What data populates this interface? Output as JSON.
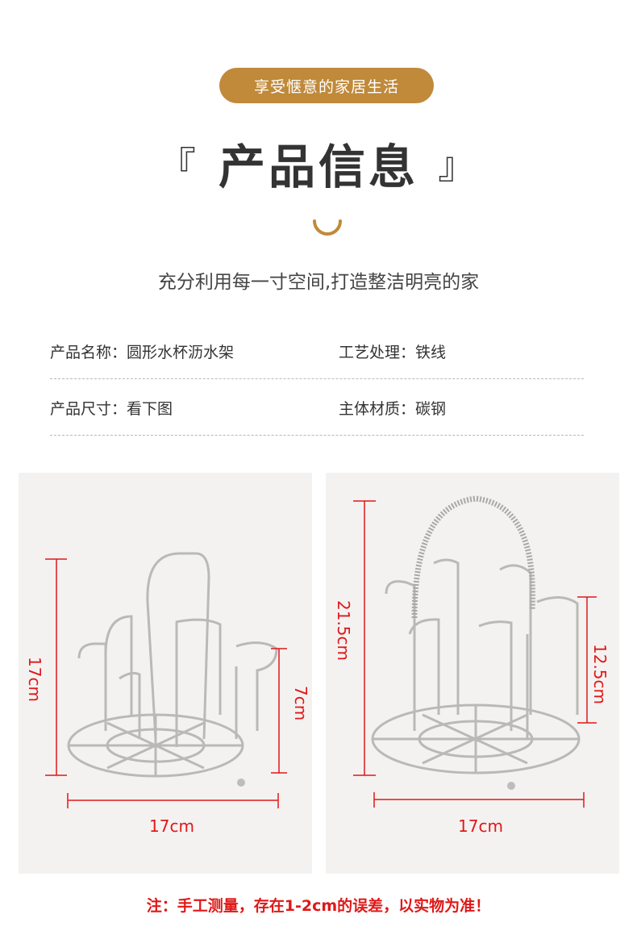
{
  "header": {
    "badge": "享受惬意的家居生活",
    "title_left_bracket": "『",
    "title": "产品信息",
    "title_right_bracket": "』",
    "subtitle": "充分利用每一寸空间,打造整洁明亮的家"
  },
  "info": {
    "rows": [
      [
        {
          "text": "产品名称：圆形水杯沥水架"
        },
        {
          "text": "工艺处理：铁线"
        }
      ],
      [
        {
          "text": "产品尺寸：看下图"
        },
        {
          "text": "主体材质：碳钢"
        }
      ]
    ]
  },
  "left_panel": {
    "height_label": "17cm",
    "cup_height_label": "7cm",
    "width_label": "17cm"
  },
  "right_panel": {
    "height_label": "21.5cm",
    "cup_height_label": "12.5cm",
    "width_label": "17cm"
  },
  "footer": {
    "note": "注：手工测量，存在1-2cm的误差，以实物为准！"
  },
  "colors": {
    "accent": "#c08a3a",
    "dimension": "#e01818",
    "panel_bg": "#f4f2f1"
  }
}
